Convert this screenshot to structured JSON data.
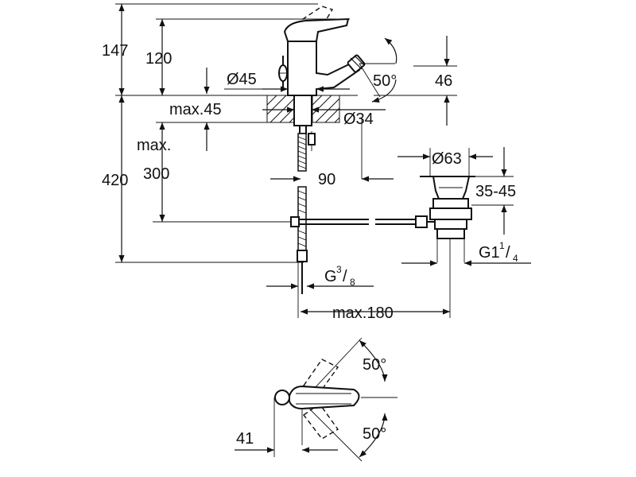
{
  "dimensions": {
    "h147": "147",
    "h120": "120",
    "d45": "Ø45",
    "max45": "max.45",
    "max": "max.",
    "h420": "420",
    "h300": "300",
    "angle_spout": "50°",
    "h46": "46",
    "d34": "Ø34",
    "w90": "90",
    "d63": "Ø63",
    "r35_45": "35-45",
    "g114_base": "G1",
    "g114_num": "1",
    "g114_sep": "/",
    "g114_den": "4",
    "g38_base": "G",
    "g38_num": "3",
    "g38_sep": "/",
    "g38_den": "8",
    "max180": "max.180",
    "angle_top": "50°",
    "angle_bottom": "50°",
    "w41": "41"
  },
  "colors": {
    "line": "#111111",
    "background": "#ffffff"
  }
}
